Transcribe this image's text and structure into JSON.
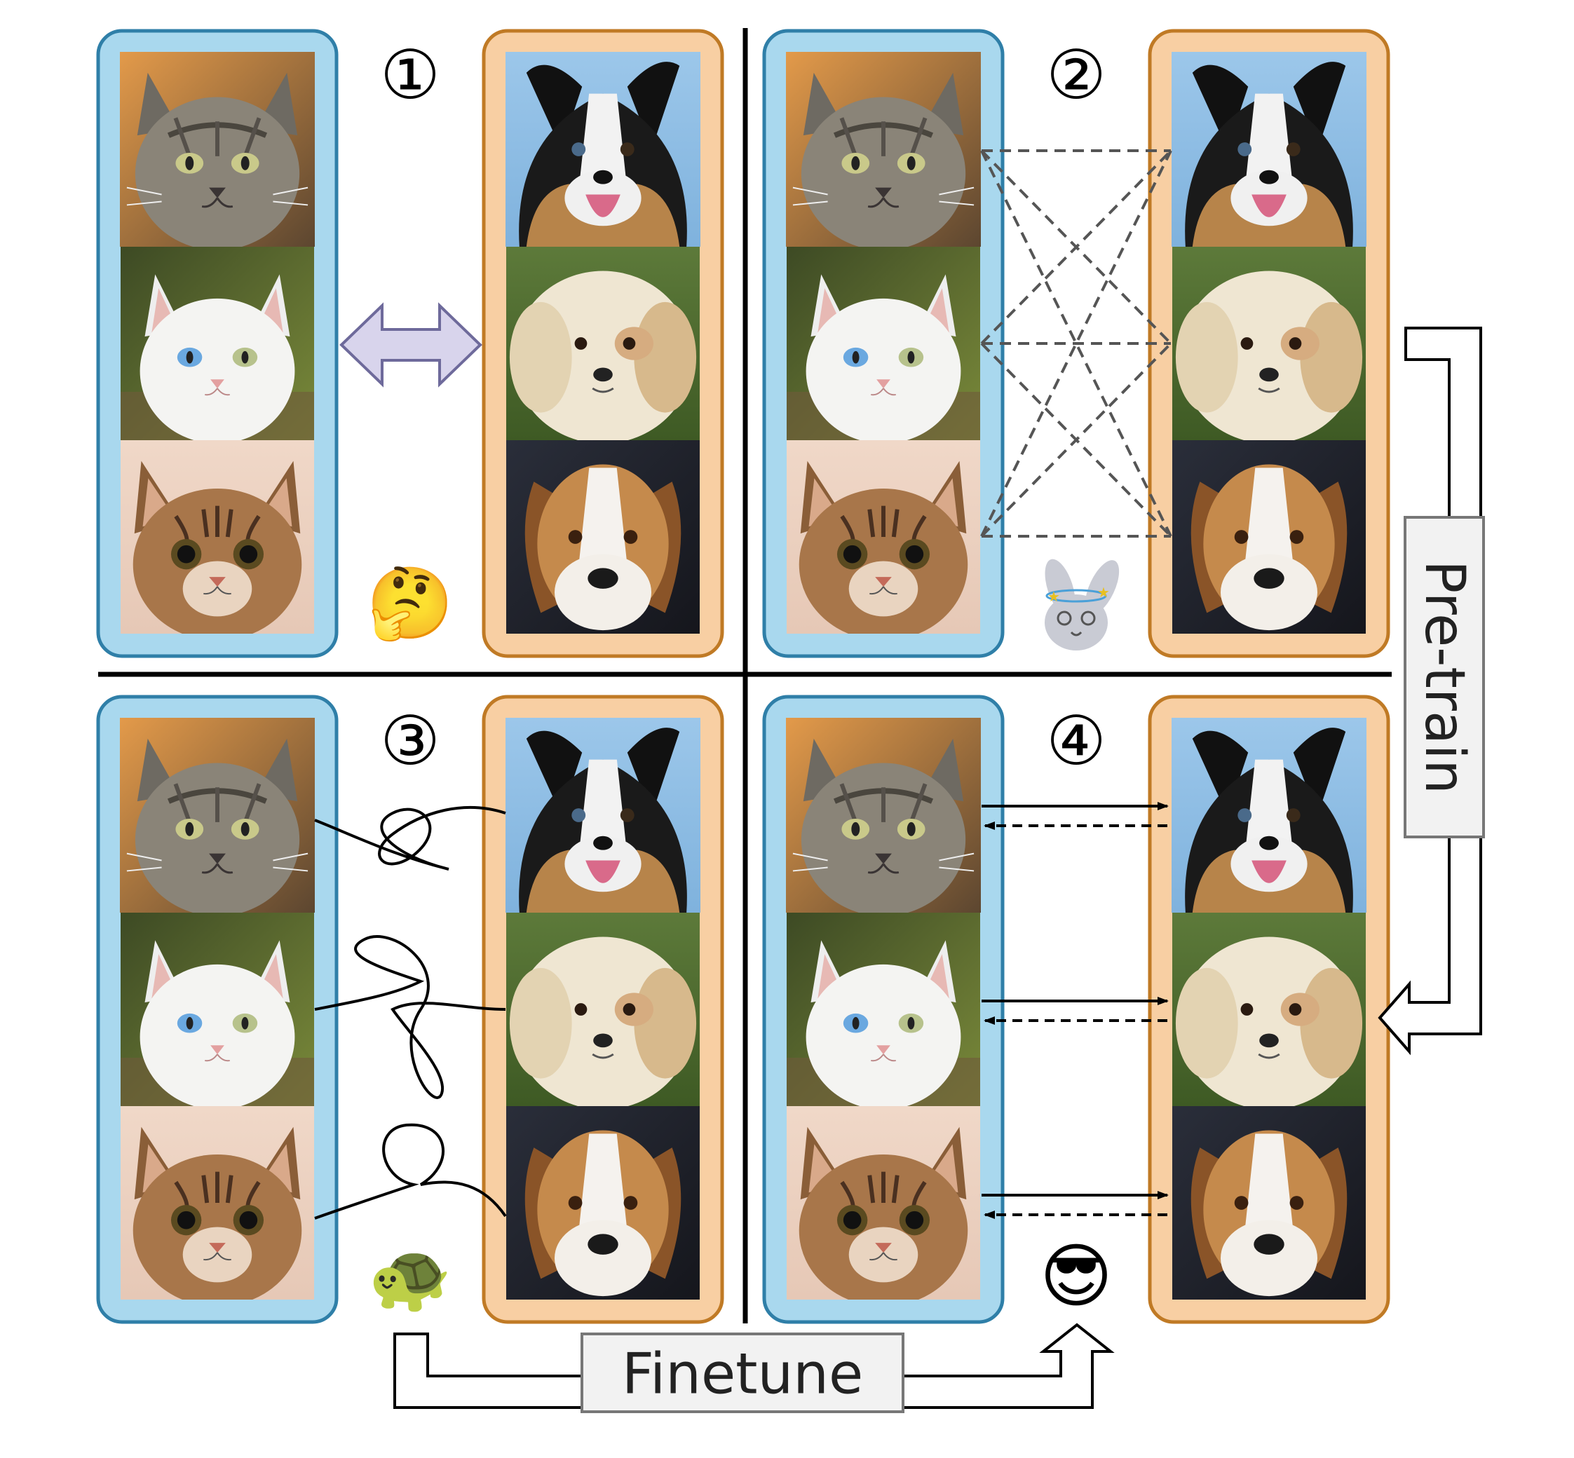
{
  "panels": [
    {
      "id": 1,
      "number": "①",
      "emoji": "🤔"
    },
    {
      "id": 2,
      "number": "②",
      "emoji": "😵‍💫🐰"
    },
    {
      "id": 3,
      "number": "③",
      "emoji": "🐢"
    },
    {
      "id": 4,
      "number": "④",
      "emoji": "😎"
    }
  ],
  "labels": {
    "pretrain": "Pre-train",
    "finetune": "Finetune"
  },
  "colors": {
    "blue_fill": "#a9d8ee",
    "blue_border": "#2f7fa8",
    "orange_fill": "#f8cfa3",
    "orange_border": "#c07a25",
    "arrow_fill": "#d8d4ec",
    "arrow_stroke": "#6e6a9b",
    "dash": "#555555"
  }
}
